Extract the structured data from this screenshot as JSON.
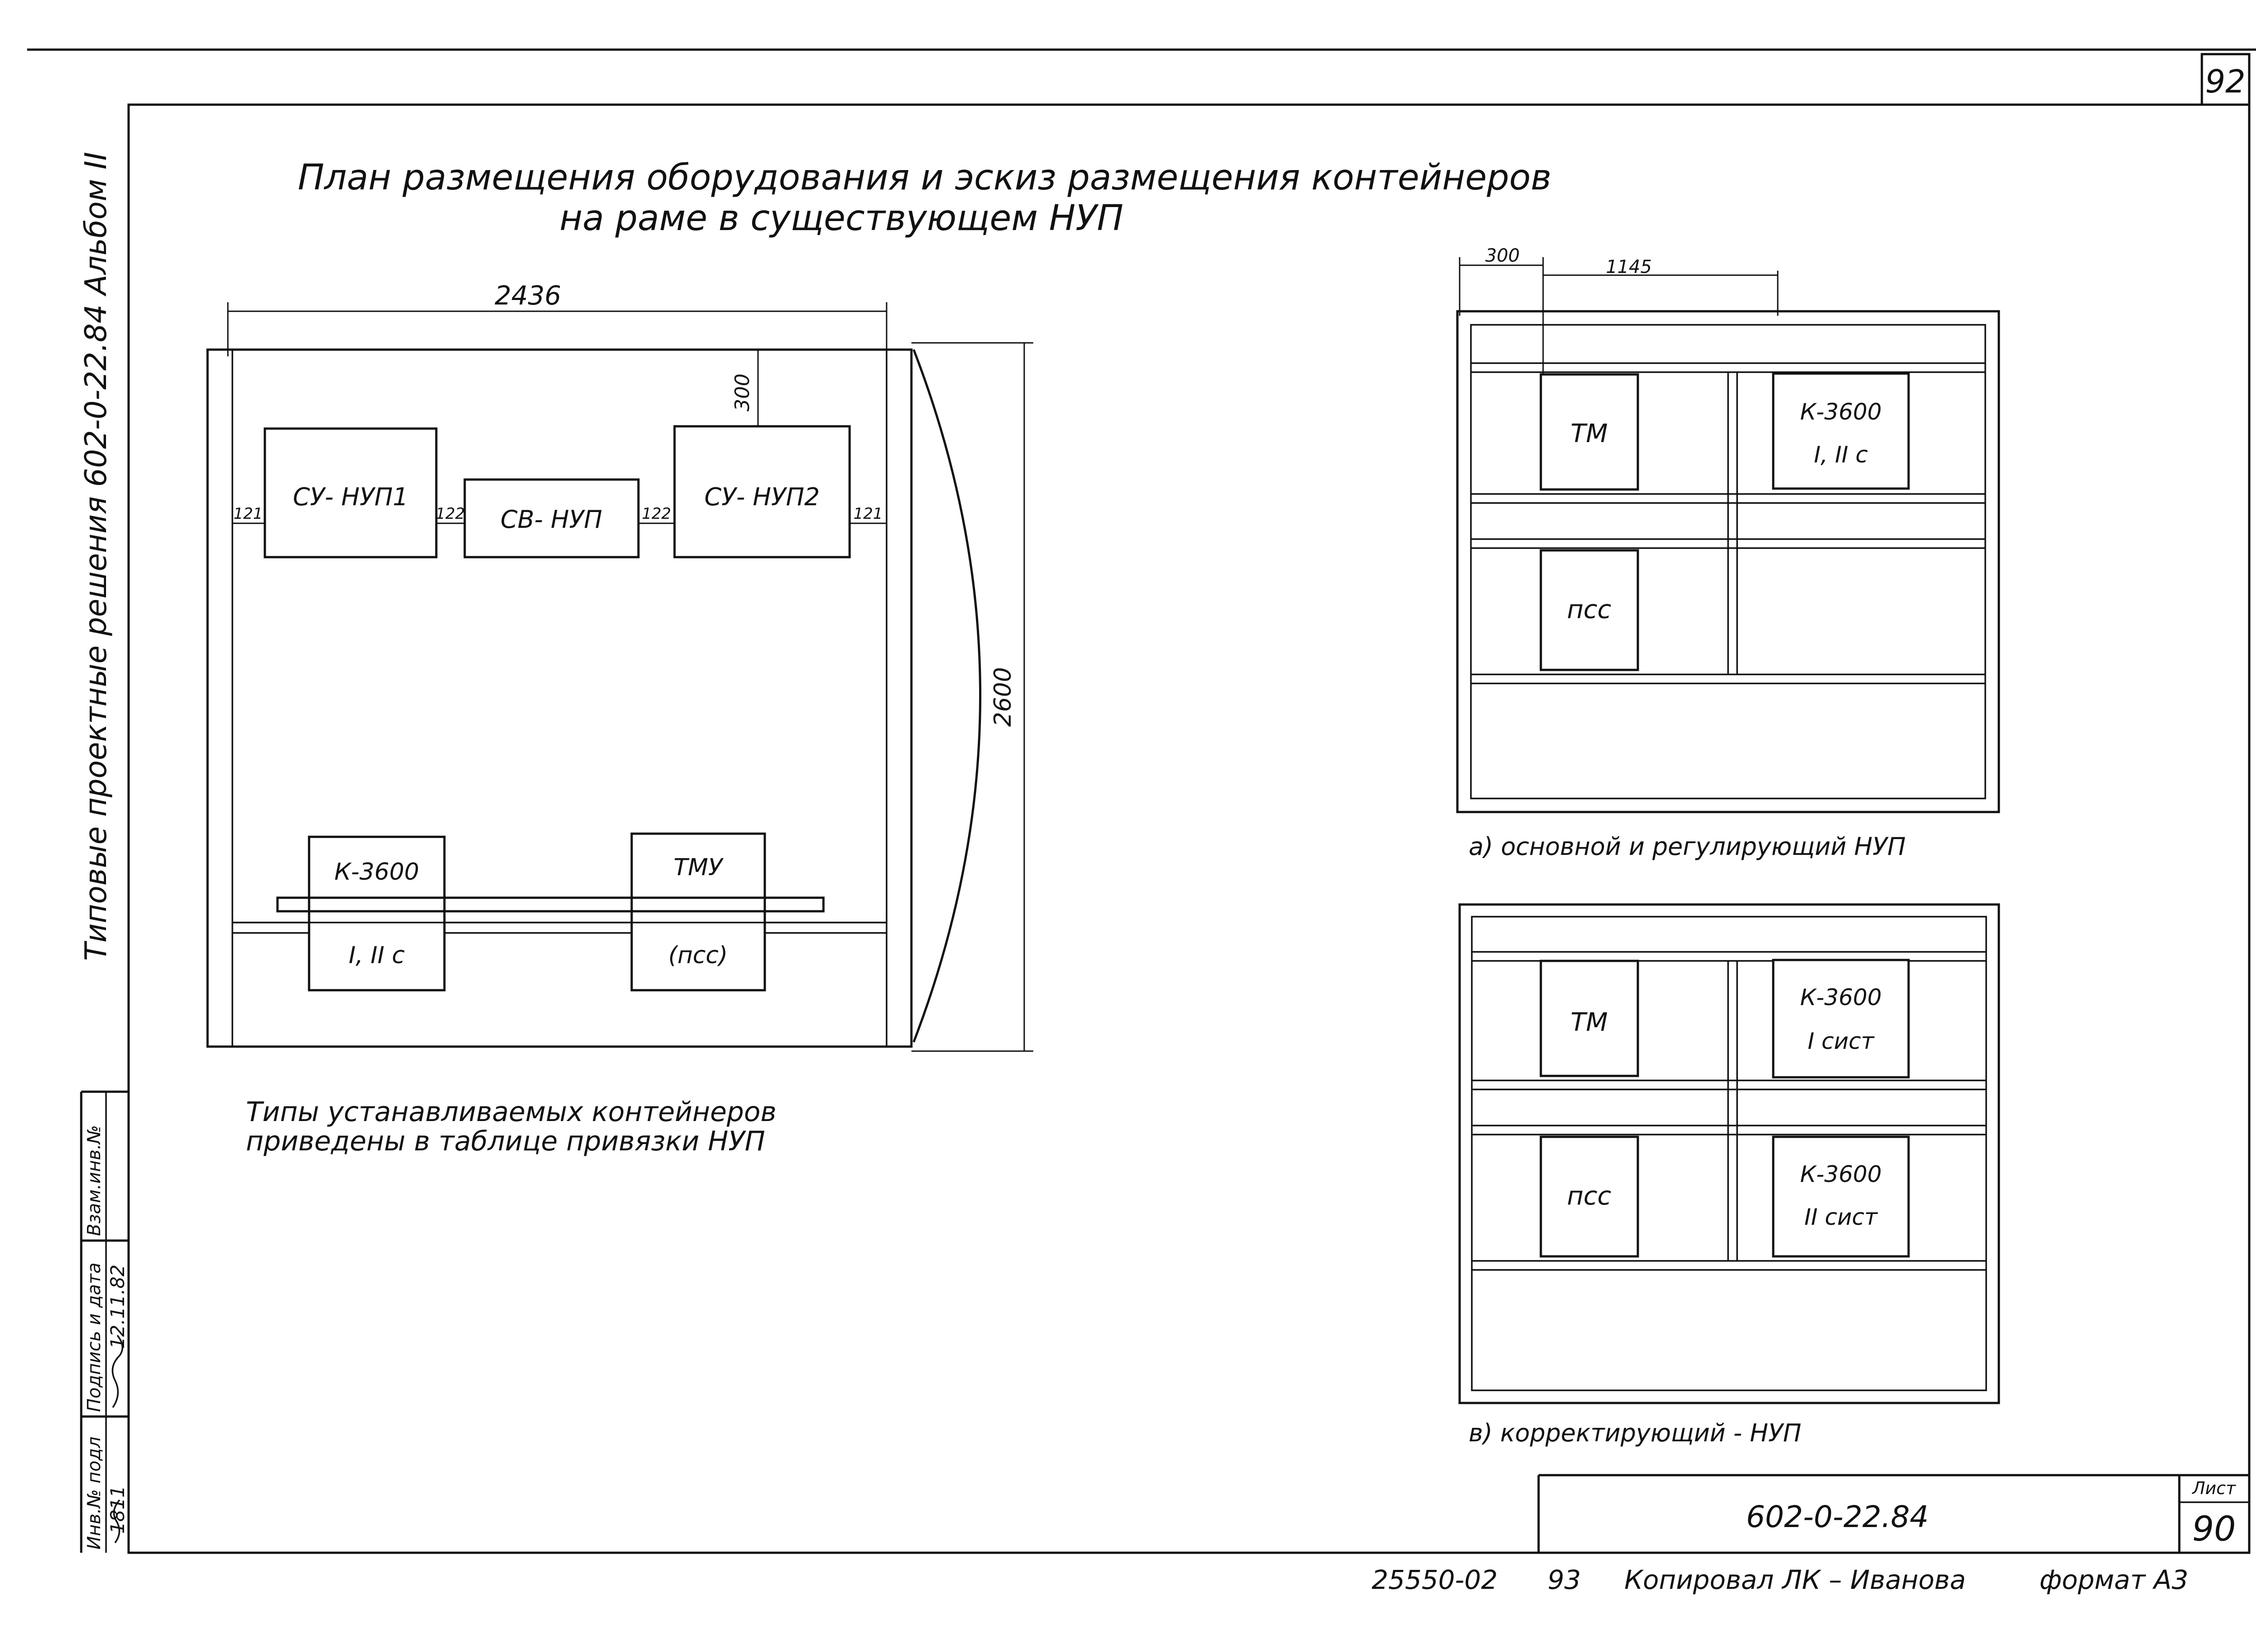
{
  "sheet_number_top": "92",
  "title": {
    "line1": "План размещения  оборудования  и эскиз   размещения   контейнеров",
    "line2": "на  раме  в  существующем    НУП"
  },
  "left_plan": {
    "dims": {
      "width": "2436",
      "height": "2600",
      "top_offset": "300",
      "gap_left": "121",
      "gap_mid1": "122",
      "gap_mid2": "122",
      "gap_right": "121"
    },
    "units": {
      "su1": "СУ- НУП1",
      "sv": "СВ- НУП",
      "su2": "СУ- НУП2"
    },
    "containers": {
      "k3600_top": "К-3600",
      "k3600_bottom": "I, II с",
      "tmu_top": "ТМУ",
      "tmu_bottom": "(псс)"
    },
    "note_line1": "Типы   устанавливаемых   контейнеров",
    "note_line2": "приведены   в  таблице   привязки  НУП"
  },
  "sketch_a": {
    "dim_left": "300",
    "dim_right": "1145",
    "tm": "ТМ",
    "k3600_line1": "К-3600",
    "k3600_line2": "I, II с",
    "pss": "псс",
    "caption": "а) основной  и  регулирующий  НУП"
  },
  "sketch_b": {
    "tm": "ТМ",
    "k3600a_line1": "К-3600",
    "k3600a_line2": "I сист",
    "pss": "псс",
    "k3600b_line1": "К-3600",
    "k3600b_line2": "II сист",
    "caption": "в) корректирующий  - НУП"
  },
  "side_stamp": {
    "album": "Типовые    проектные  решения  602-0-22.84 Альбом II",
    "inv_orig": "Инв.№ подл",
    "inv_orig_val": "1811",
    "sign_date": "Подпись и дата",
    "sign_date_val": "12.11.82",
    "replace_inv": "Взам.инв.№"
  },
  "title_block": {
    "doc_code": "602-0-22.84",
    "sheet_label": "Лист",
    "sheet_value": "90"
  },
  "footer": {
    "order": "25550-02",
    "page": "93",
    "copied": "Копировал",
    "copier": "ЛК – Иванова",
    "format": "формат А3"
  }
}
